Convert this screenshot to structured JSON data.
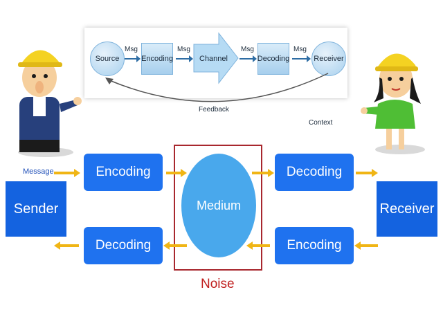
{
  "top_diagram": {
    "source": "Source",
    "msg1": "Msg",
    "encoding": "Encoding",
    "msg2": "Msg",
    "channel": "Channel",
    "msg3": "Msg",
    "decoding": "Decoding",
    "msg4": "Msg",
    "receiver": "Receiver",
    "feedback": "Feedback",
    "context": "Context"
  },
  "bottom_diagram": {
    "message": "Message",
    "sender": "Sender",
    "receiver": "Receiver",
    "encoding_top": "Encoding",
    "decoding_top": "Decoding",
    "decoding_bottom": "Decoding",
    "encoding_bottom": "Encoding",
    "medium": "Medium",
    "noise": "Noise"
  },
  "colors": {
    "box_blue": "#1f72ef",
    "medium_blue": "#49a8ec",
    "arrow_yellow": "#f0b515",
    "noise_red": "#a8272e"
  }
}
